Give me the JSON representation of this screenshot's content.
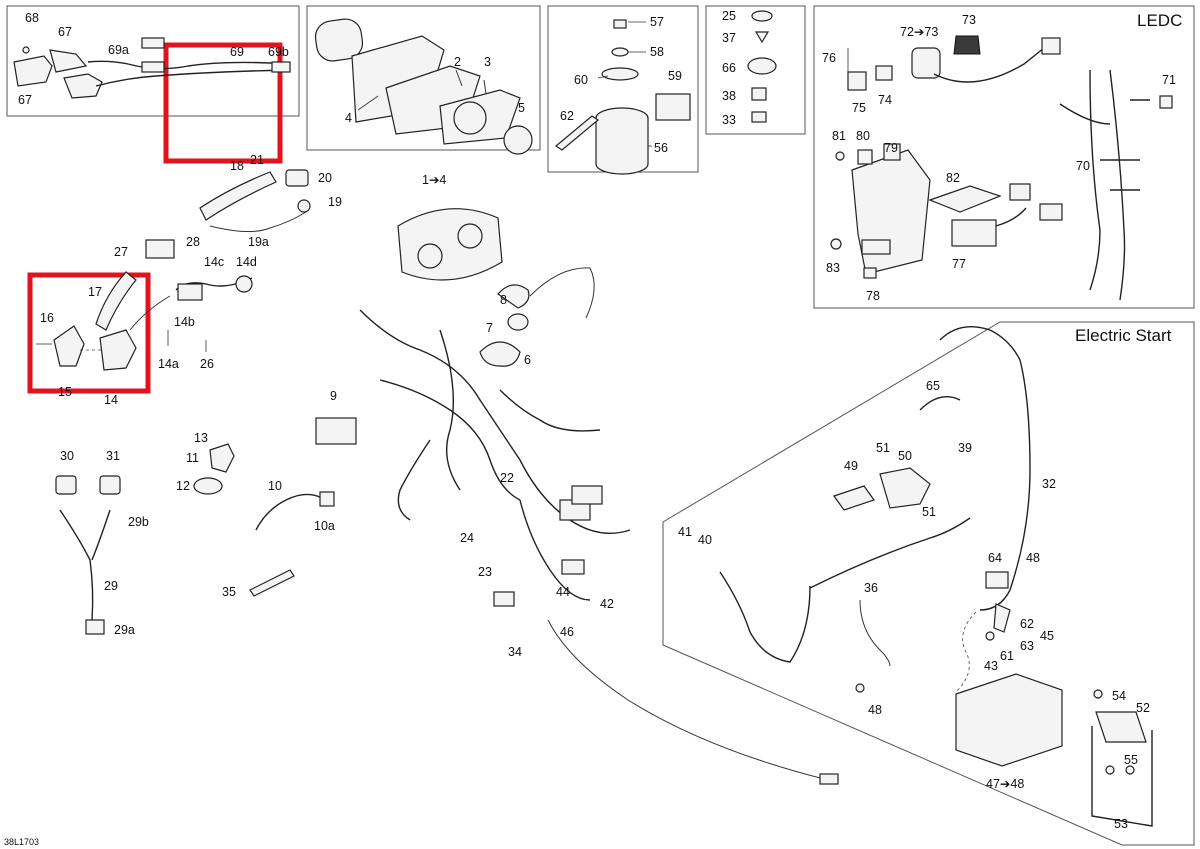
{
  "sections": {
    "ledc": "LEDC",
    "electric_start": "Electric Start"
  },
  "figure_ref": "38L1703",
  "callouts": {
    "c68": "68",
    "c67a": "67",
    "c67b": "67",
    "c69a": "69a",
    "c69": "69",
    "c69b": "69b",
    "c4": "4",
    "c2": "2",
    "c3": "3",
    "c5": "5",
    "c57": "57",
    "c58": "58",
    "c60": "60",
    "c59": "59",
    "c62": "62",
    "c56": "56",
    "c25": "25",
    "c37": "37",
    "c66": "66",
    "c38": "38",
    "c33": "33",
    "c76": "76",
    "c7273": "72➔73",
    "c73": "73",
    "c75": "75",
    "c74": "74",
    "c71": "71",
    "c81": "81",
    "c80": "80",
    "c79": "79",
    "c82": "82",
    "c70": "70",
    "c83": "83",
    "c78": "78",
    "c77": "77",
    "c18": "18",
    "c21": "21",
    "c20": "20",
    "c19": "19",
    "c19a": "19a",
    "c14": "1➔4",
    "c27": "27",
    "c28": "28",
    "c14c": "14c",
    "c14d": "14d",
    "c17": "17",
    "c14b": "14b",
    "c16": "16",
    "c15": "15",
    "c14x": "14",
    "c14a": "14a",
    "c26": "26",
    "c8": "8",
    "c7": "7",
    "c6": "6",
    "c9": "9",
    "c13": "13",
    "c11": "11",
    "c12": "12",
    "c10": "10",
    "c10a": "10a",
    "c22": "22",
    "c30": "30",
    "c31": "31",
    "c29b": "29b",
    "c29": "29",
    "c29a": "29a",
    "c35": "35",
    "c24": "24",
    "c23": "23",
    "c44": "44",
    "c42": "42",
    "c46": "46",
    "c34": "34",
    "c65": "65",
    "c39": "39",
    "c51a": "51",
    "c50": "50",
    "c49": "49",
    "c51b": "51",
    "c32": "32",
    "c41": "41",
    "c40": "40",
    "c36": "36",
    "c64": "64",
    "c48a": "48",
    "c62b": "62",
    "c61": "61",
    "c63": "63",
    "c45": "45",
    "c43": "43",
    "c48b": "48",
    "c54": "54",
    "c52": "52",
    "c55": "55",
    "c4748": "47➔48",
    "c53": "53"
  }
}
